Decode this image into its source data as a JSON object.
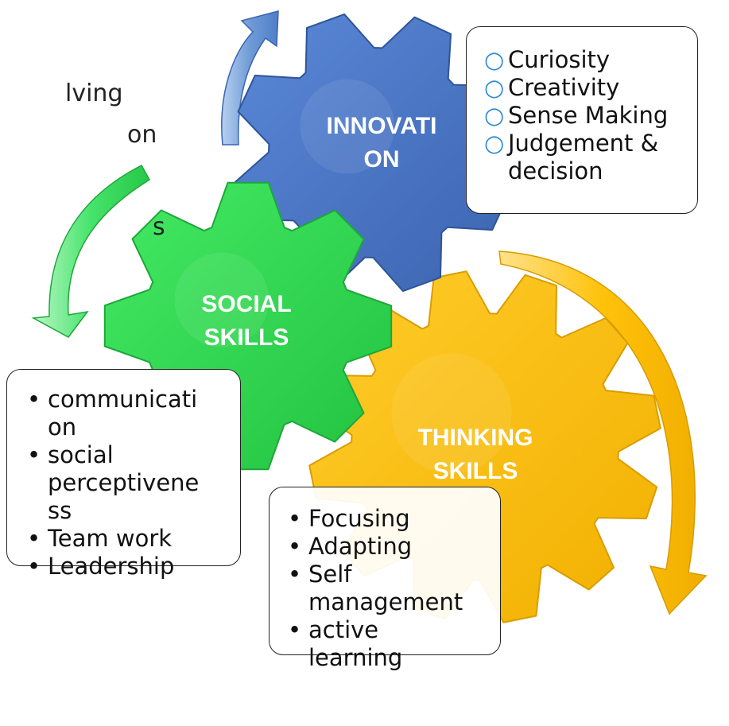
{
  "gears": {
    "innovation": {
      "line1": "INNOVATI",
      "line2": "ON",
      "color": "#4472c4"
    },
    "social": {
      "line1": "SOCIAL",
      "line2": "SKILLS",
      "color": "#2fd64d"
    },
    "thinking": {
      "line1": "THINKING",
      "line2": "SKILLS",
      "color": "#ffc000"
    }
  },
  "clipped_left_text": [
    "lving",
    "on",
    "s"
  ],
  "innovation_items": [
    "Curiosity",
    "Creativity",
    "Sense Making",
    "Judgement &",
    "decision"
  ],
  "social_items": [
    [
      "communicati",
      "on"
    ],
    [
      "social",
      "perceptivene",
      "ss"
    ],
    [
      "Team work"
    ],
    [
      "Leadership"
    ]
  ],
  "thinking_items": [
    [
      "Focusing"
    ],
    [
      "Adapting"
    ],
    [
      "Self",
      "management"
    ],
    [
      "active",
      "learning"
    ]
  ],
  "colors": {
    "blue_arrow": "#6f9bd6",
    "green_arrow": "#3fe065",
    "yellow_arrow": "#ffc000",
    "ring_bullet": "#2e8ad6"
  }
}
